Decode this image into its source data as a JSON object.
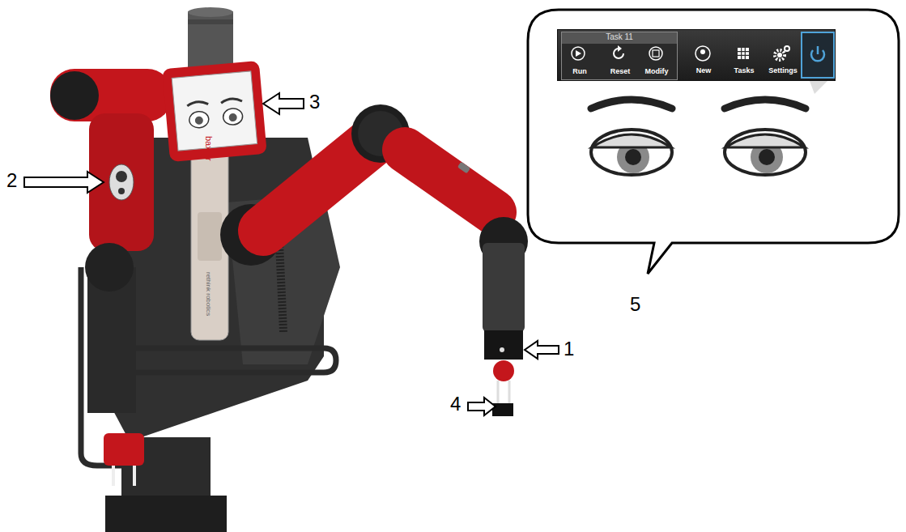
{
  "diagram": {
    "nodes": [
      {
        "text": [
          "New",
          "Tasks",
          "Settings"
        ]
      },
      {
        "text": [
          "Task 11",
          "Run",
          "Reset",
          "Modify"
        ],
        "in": 0
      }
    ],
    "labels": [
      "1",
      "2",
      "3",
      "4",
      "5",
      "baxter",
      "rethink robotics"
    ]
  }
}
